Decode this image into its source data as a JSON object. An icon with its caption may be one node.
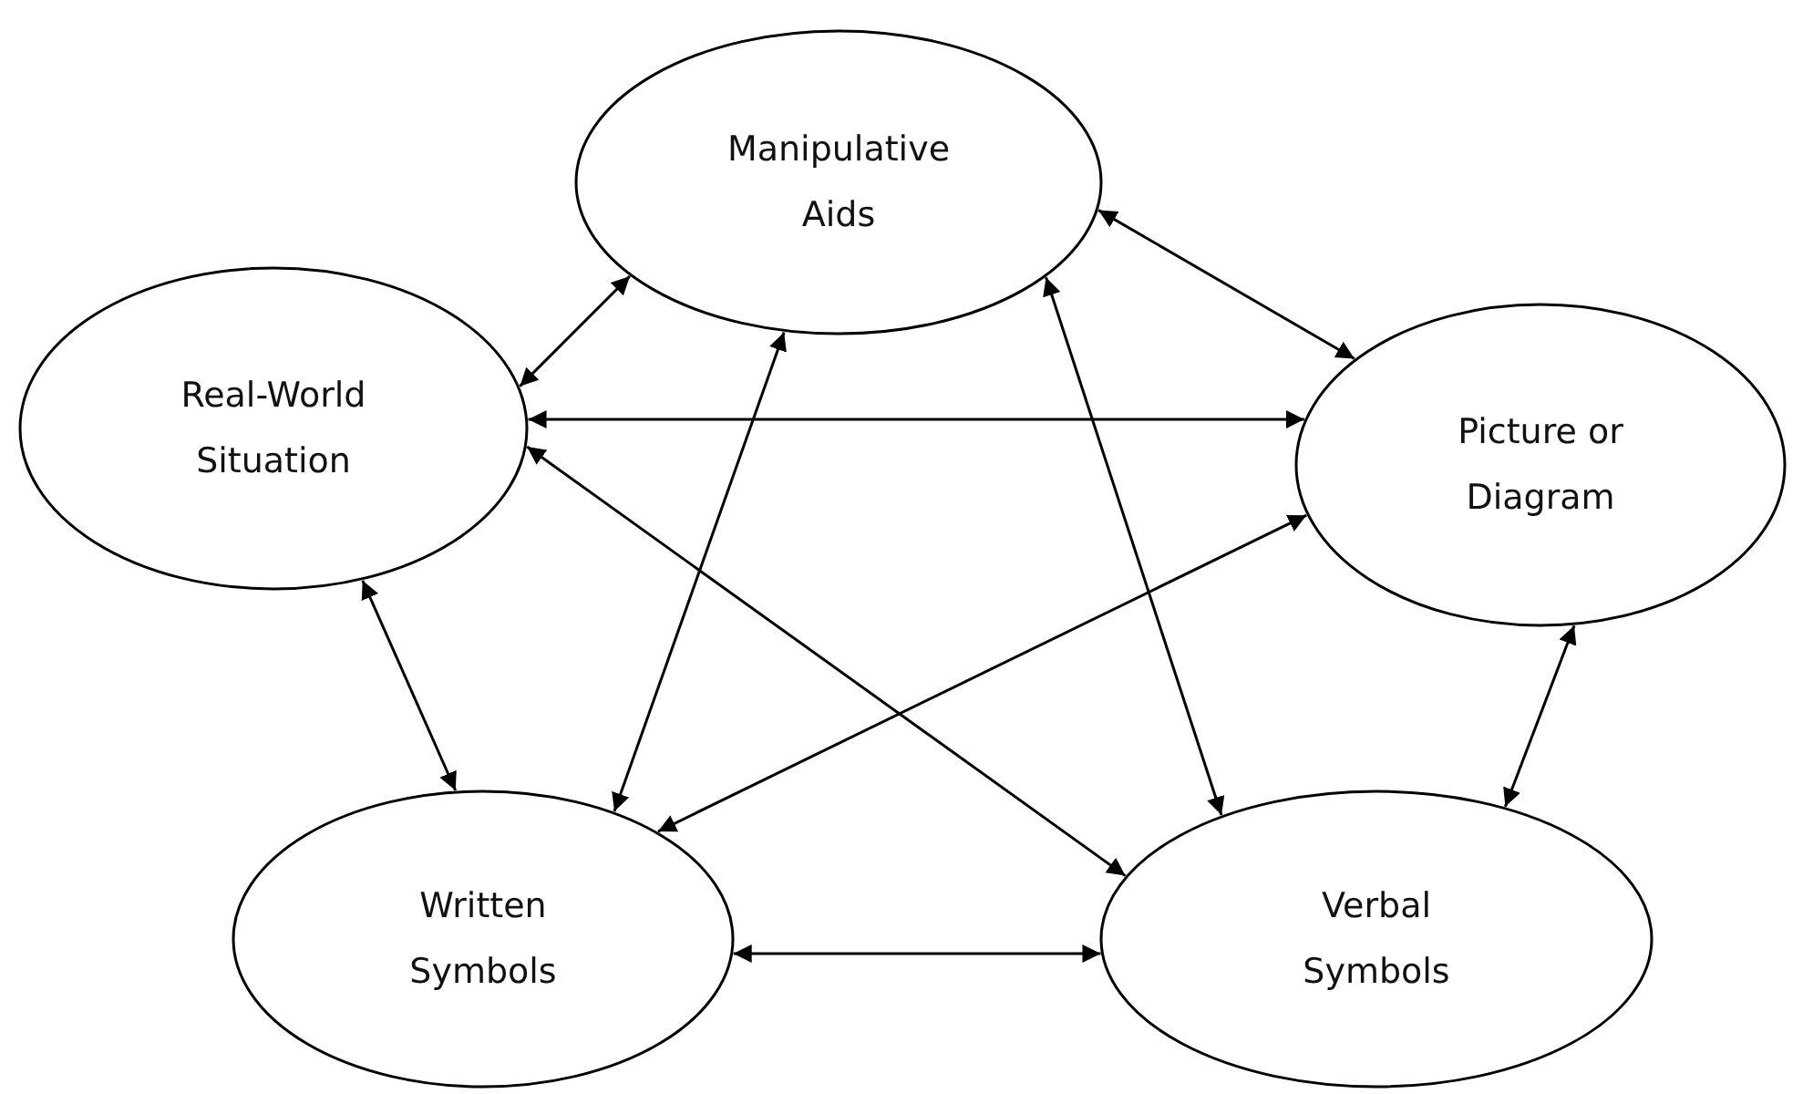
{
  "diagram": {
    "nodes": [
      {
        "text": [
          "Manipulative Aids"
        ]
      },
      {
        "text": [
          "Real-World Situation"
        ]
      },
      {
        "text": [
          "Picture or Diagram"
        ]
      },
      {
        "text": [
          "Written Symbols"
        ]
      },
      {
        "text": [
          "Verbal Symbols"
        ]
      }
    ],
    "edges": [
      {
        "from": 0,
        "to": 1,
        "arrow": "both"
      },
      {
        "from": 0,
        "to": 2,
        "arrow": "both"
      },
      {
        "from": 1,
        "to": 2,
        "arrow": "both"
      },
      {
        "from": 1,
        "to": 3,
        "arrow": "both"
      },
      {
        "from": 1,
        "to": 4,
        "arrow": "both"
      },
      {
        "from": 0,
        "to": 3,
        "arrow": "both"
      },
      {
        "from": 0,
        "to": 4,
        "arrow": "both"
      },
      {
        "from": 2,
        "to": 3,
        "arrow": "both"
      },
      {
        "from": 2,
        "to": 4,
        "arrow": "both"
      },
      {
        "from": 3,
        "to": 4,
        "arrow": "both"
      }
    ]
  }
}
